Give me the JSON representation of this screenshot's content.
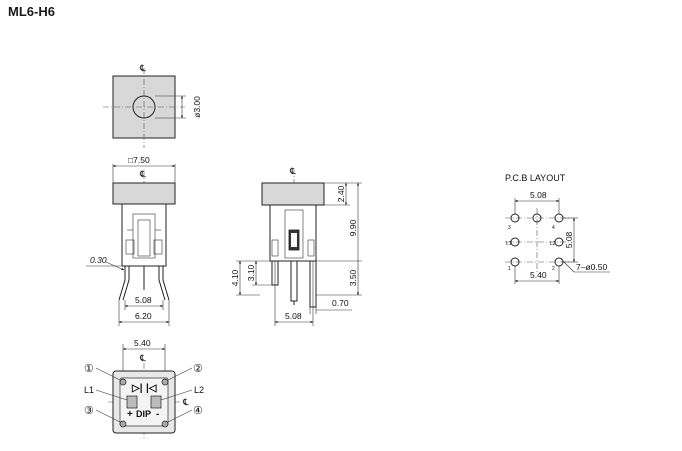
{
  "title": "ML6-H6",
  "top_view": {
    "centerline": "℄",
    "hole_dia": "ø3.00"
  },
  "front_view": {
    "cap_width": "□7.50",
    "centerline": "℄",
    "lead_thickness": "0.30",
    "pitch": "5.08",
    "overall_width": "6.20"
  },
  "side_view": {
    "centerline": "℄",
    "cap_height": "2.40",
    "total_height": "9.90",
    "standoff_height": "4.10",
    "lead_length": "3.10",
    "pin_depth": "3.50",
    "lead_width": "0.70",
    "pitch": "5.08"
  },
  "pcb_layout": {
    "title": "P.C.B  LAYOUT",
    "top_pitch": "5.08",
    "vertical_pitch": "5.08",
    "bottom_pitch": "5.40",
    "hole_callout": "7–ø0.50",
    "pin_labels": [
      "3",
      "4",
      "L1",
      "L2",
      "1",
      "2"
    ]
  },
  "bottom_view": {
    "width": "5.40",
    "centerline": "℄",
    "pin1": "①",
    "pin2": "②",
    "pin3": "③",
    "pin4": "④",
    "l1": "L1",
    "l2": "L2",
    "plus": "+",
    "minus": "-",
    "dip": "DIP"
  }
}
